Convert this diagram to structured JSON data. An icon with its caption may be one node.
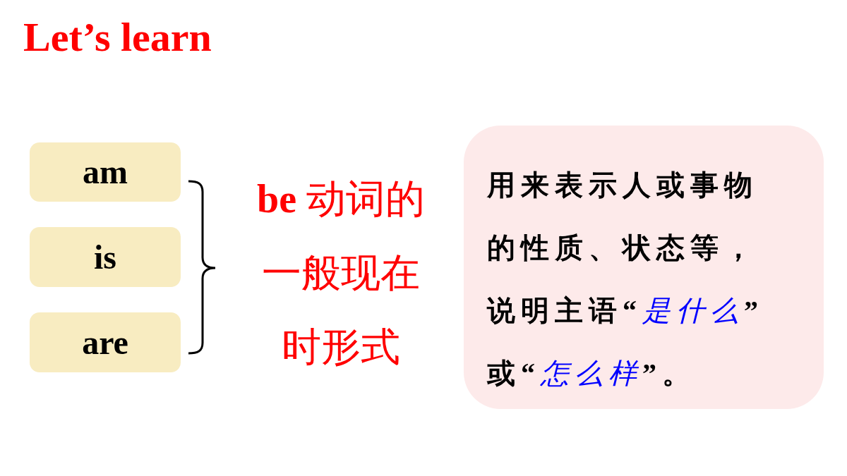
{
  "diagram": {
    "title": "Let’s learn",
    "nodes": [
      {
        "text": [
          "am"
        ]
      },
      {
        "text": [
          "is"
        ]
      },
      {
        "text": [
          "are"
        ]
      },
      {
        "text": [
          "用来表示人或事物的性质、状态等，说明主语“*是什么*”或“*怎么样*”。"
        ]
      }
    ],
    "labels": [
      "**be** 动词的一般现在时形式"
    ]
  }
}
